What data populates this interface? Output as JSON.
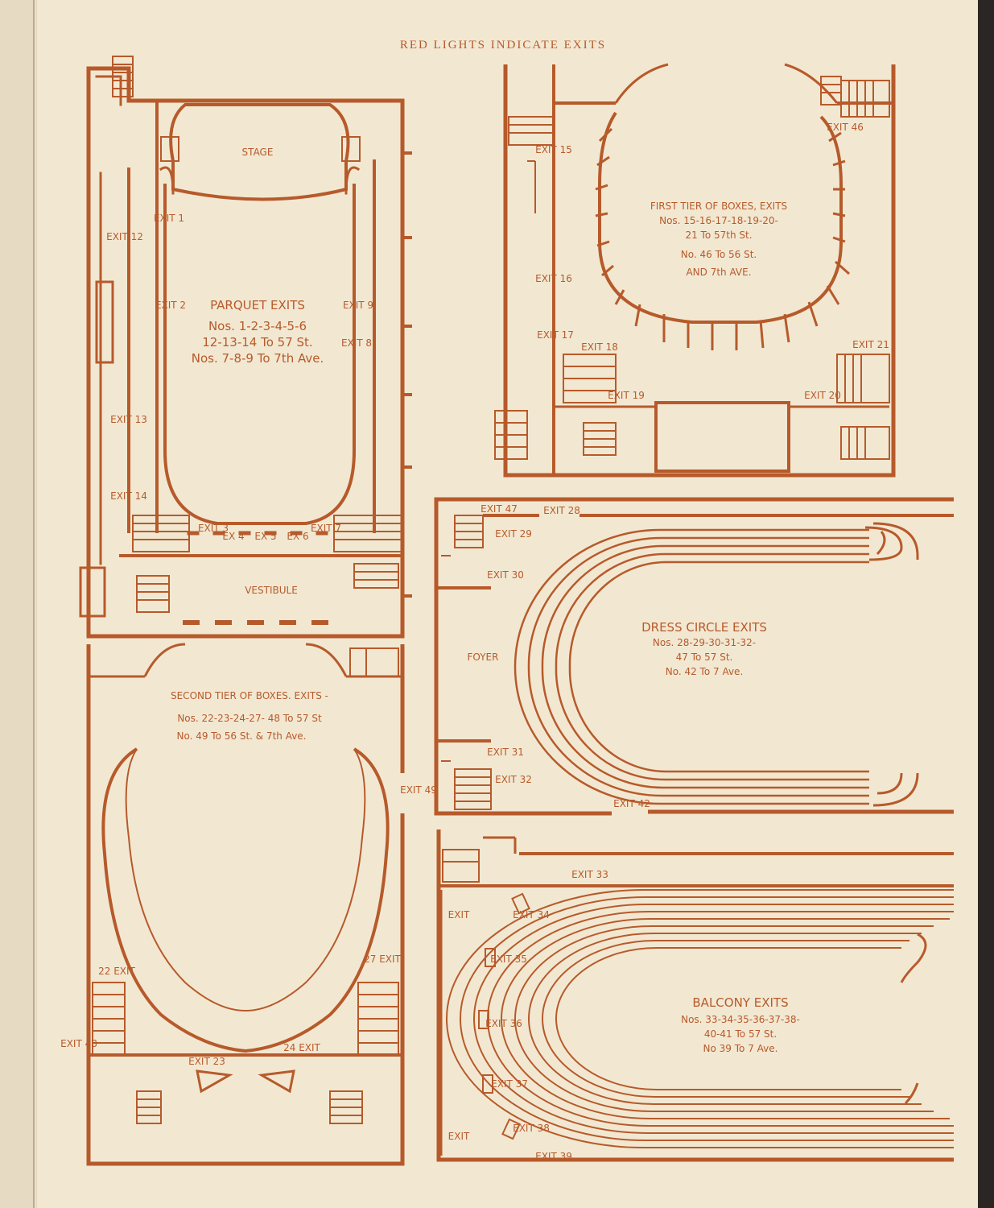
{
  "header": "RED LIGHTS INDICATE EXITS",
  "colors": {
    "ink": "#b75a2b",
    "paper": "#f2e8d2",
    "background": "#2b2623"
  },
  "parquet": {
    "stage": "STAGE",
    "vestibule": "VESTIBULE",
    "title": "PARQUET EXITS",
    "lines": [
      "Nos. 1-2-3-4-5-6",
      "12-13-14 To 57 St.",
      "Nos. 7-8-9 To 7th Ave."
    ],
    "exits": [
      "EXIT 1",
      "EXIT 2",
      "EXIT 12",
      "EXIT 13",
      "EXIT 14",
      "EXIT 9",
      "EXIT 8",
      "EXIT 3",
      "EX 4",
      "EX 5",
      "EX 6",
      "EXIT 7"
    ]
  },
  "first_tier": {
    "title": "FIRST TIER OF BOXES, EXITS",
    "lines": [
      "Nos. 15-16-17-18-19-20-",
      "21 To 57th St.",
      "No. 46 To 56 St.",
      "AND 7th AVE."
    ],
    "exits": [
      "EXIT 15",
      "EXIT 16",
      "EXIT 17",
      "EXIT 18",
      "EXIT 19",
      "EXIT 20",
      "EXIT 21",
      "EXIT 46"
    ]
  },
  "second_tier": {
    "title": "SECOND TIER OF BOXES. EXITS -",
    "lines": [
      "Nos. 22-23-24-27- 48 To 57 St",
      "No. 49 To 56 St. & 7th Ave."
    ],
    "exits": [
      "22 EXIT",
      "EXIT 23",
      "24 EXIT",
      "27 EXIT",
      "EXIT 48",
      "EXIT 49"
    ]
  },
  "dress_circle": {
    "foyer": "FOYER",
    "title": "DRESS CIRCLE EXITS",
    "lines": [
      "Nos. 28-29-30-31-32-",
      "47 To 57 St.",
      "No. 42 To 7 Ave."
    ],
    "exits": [
      "EXIT 47",
      "EXIT 28",
      "EXIT 29",
      "EXIT 30",
      "EXIT 31",
      "EXIT 32",
      "EXIT 42"
    ]
  },
  "balcony": {
    "title": "BALCONY EXITS",
    "lines": [
      "Nos. 33-34-35-36-37-38-",
      "40-41 To 57 St.",
      "No 39 To 7 Ave."
    ],
    "exits": [
      "EXIT 33",
      "EXIT 34",
      "EXIT 35",
      "EXIT 36",
      "EXIT 37",
      "EXIT 38",
      "EXIT 39",
      "EXIT",
      "EXIT"
    ]
  }
}
